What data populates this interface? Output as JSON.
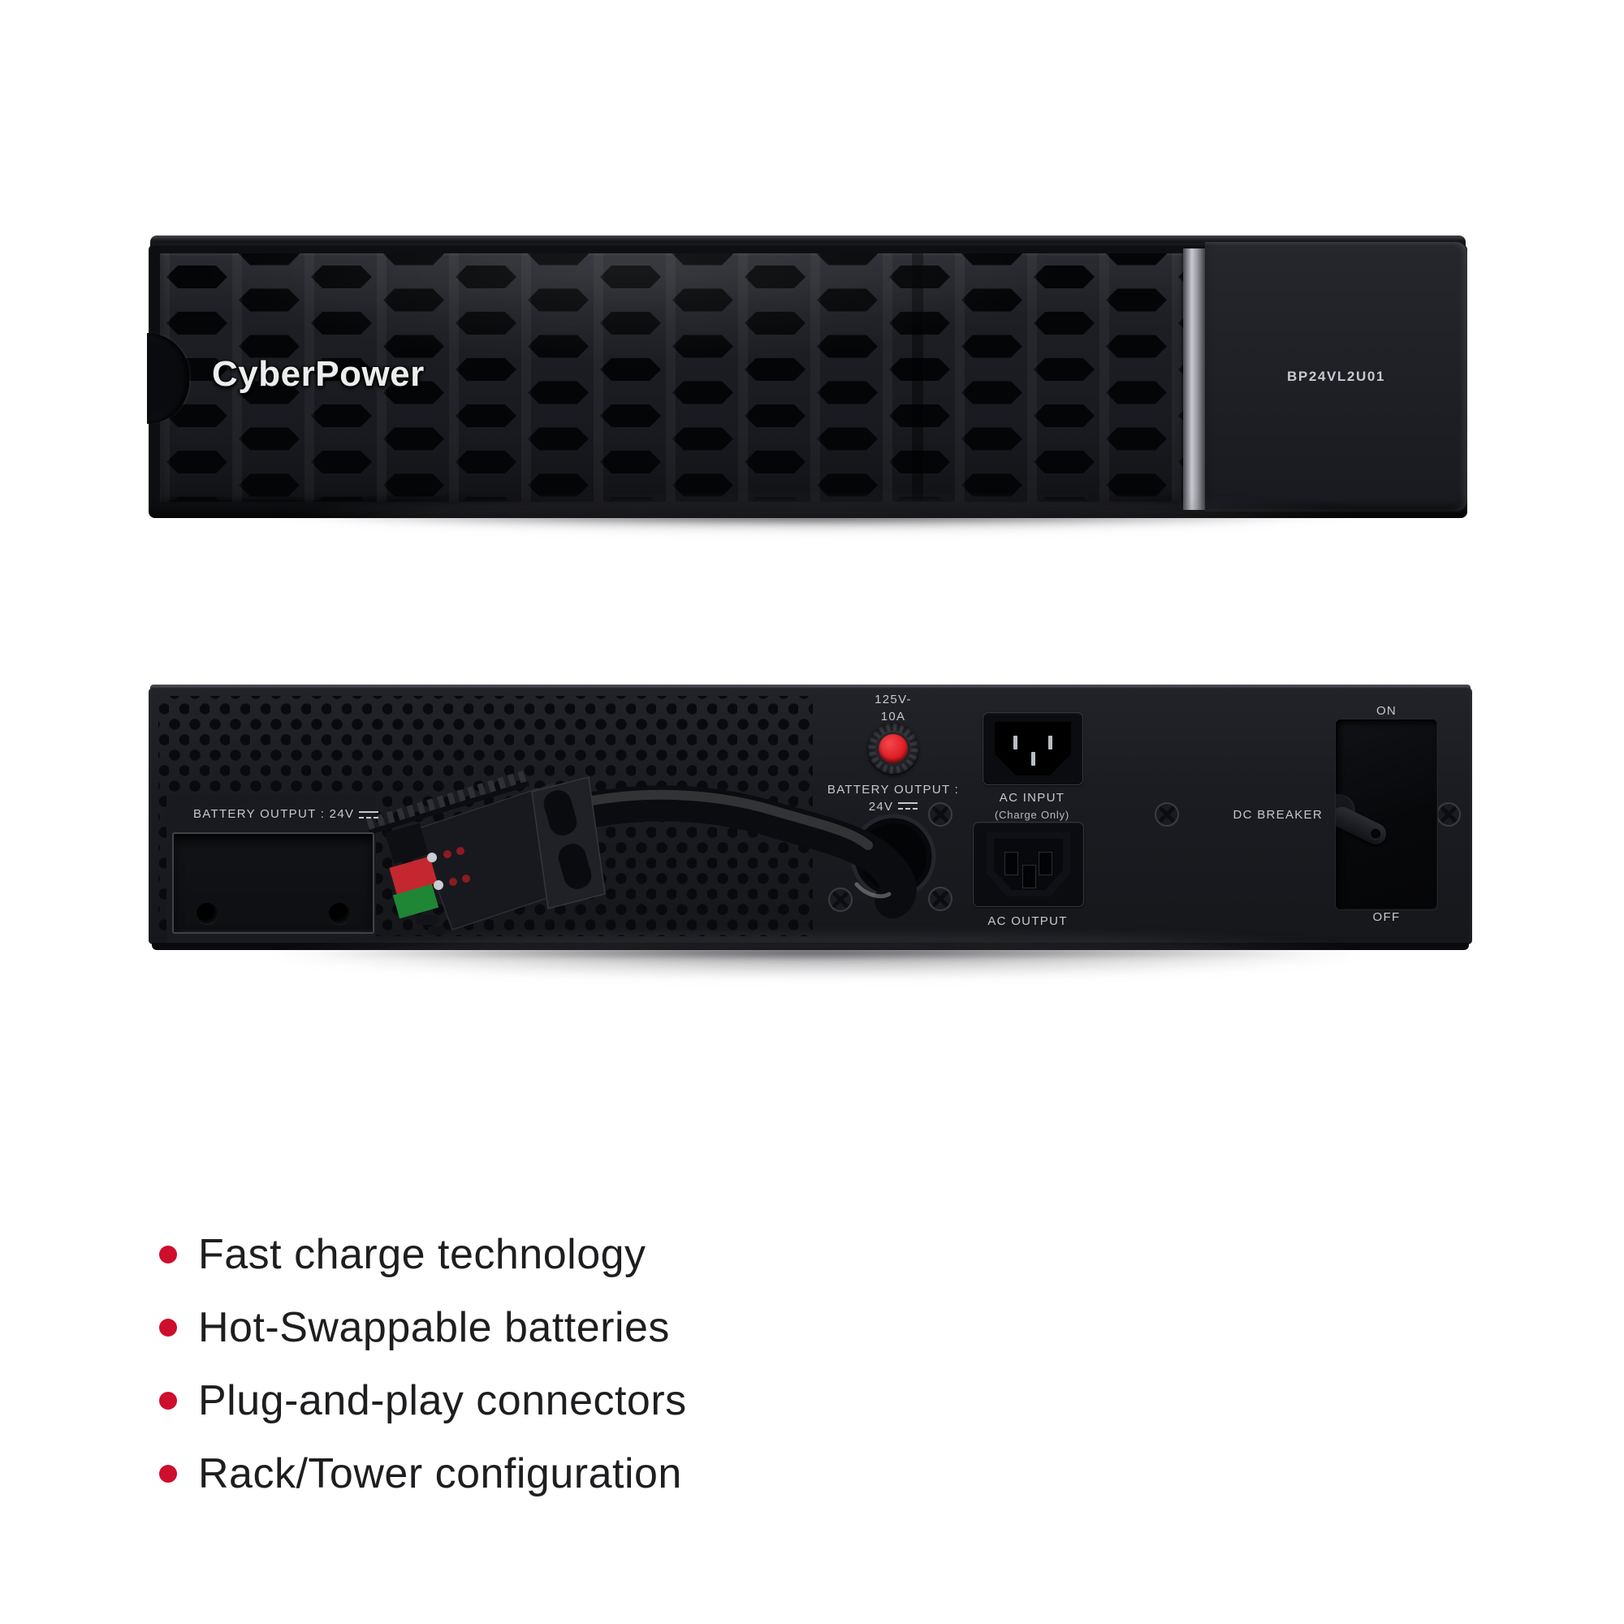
{
  "front_unit": {
    "brand_logo": "CyberPower",
    "model_label": "BP24VL2U01"
  },
  "rear_unit": {
    "battery_output_left": "BATTERY OUTPUT : 24V",
    "breaker_rating_line1": "125V-",
    "breaker_rating_line2": "10A",
    "battery_output_center_line1": "BATTERY OUTPUT :",
    "battery_output_center_line2": "24V",
    "ac_input_label": "AC INPUT",
    "ac_input_note": "(Charge Only)",
    "ac_output_label": "AC OUTPUT",
    "dc_breaker_label": "DC BREAKER",
    "breaker_on": "ON",
    "breaker_off": "OFF"
  },
  "features": {
    "items": [
      {
        "label": "Fast charge technology"
      },
      {
        "label": "Hot-Swappable batteries"
      },
      {
        "label": "Plug-and-play connectors"
      },
      {
        "label": "Rack/Tower configuration"
      }
    ],
    "bullet_color": "#ce0e2d"
  },
  "colors": {
    "background": "#ffffff",
    "chassis_black": "#17181d",
    "label_gray": "#c6c8cd",
    "rail_silver": "#c9cbd0",
    "reset_button_red": "#e01f26",
    "connector_red_tab": "#c42730",
    "connector_green_tab": "#1f8636",
    "feature_text": "#1e1e20"
  }
}
